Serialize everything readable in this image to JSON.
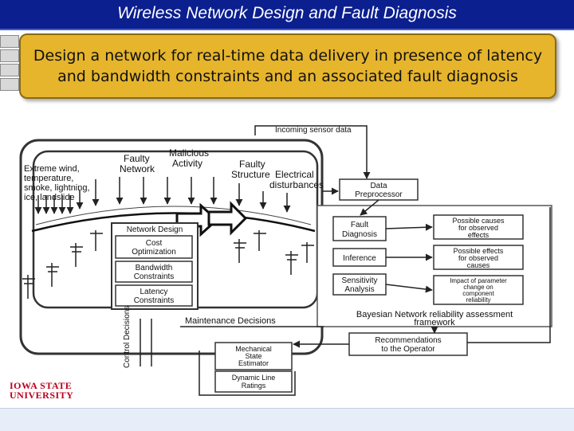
{
  "slide": {
    "title": "Wireless Network Design and Fault Diagnosis",
    "callout": "Design a network for real-time data delivery in presence of latency and bandwidth constraints and an associated fault diagnosis"
  },
  "logo": {
    "line1": "IOWA STATE",
    "line2": "UNIVERSITY"
  },
  "diagram": {
    "env_labels": [
      "Extreme wind,",
      "temperature,",
      "smoke, lightning,",
      "ice, landslide"
    ],
    "faulty_network": [
      "Faulty",
      "Network"
    ],
    "malicious_activity": [
      "Malicious",
      "Activity"
    ],
    "faulty_structure": [
      "Faulty",
      "Structure"
    ],
    "electrical_disturbances": [
      "Electrical",
      "disturbances"
    ],
    "incoming_sensor_data": "Incoming sensor data",
    "network_design": {
      "header": "Network Design",
      "items": [
        [
          "Cost",
          "Optimization"
        ],
        [
          "Bandwidth",
          "Constraints"
        ],
        [
          "Latency",
          "Constraints"
        ]
      ]
    },
    "data_preprocessor": [
      "Data",
      "Preprocessor"
    ],
    "fault_diagnosis": [
      "Fault",
      "Diagnosis"
    ],
    "inference": "Inference",
    "sensitivity_analysis": [
      "Sensitivity",
      "Analysis"
    ],
    "possible_causes": [
      "Possible causes",
      "for observed",
      "effects"
    ],
    "possible_effects": [
      "Possible effects",
      "for observed",
      "causes"
    ],
    "impact_parameter": [
      "Impact of parameter",
      "change on",
      "component",
      "reliability"
    ],
    "bayesian_framework": [
      "Bayesian Network reliability assessment",
      "framework"
    ],
    "maintenance_decisions": "Maintenance Decisions",
    "control_decisions": "Control Decisions",
    "recommendations": [
      "Recommendations",
      "to the Operator"
    ],
    "mechanical_state": [
      "Mechanical",
      "State",
      "Estimator"
    ],
    "dynamic_line_ratings": [
      "Dynamic Line",
      "Ratings"
    ]
  }
}
